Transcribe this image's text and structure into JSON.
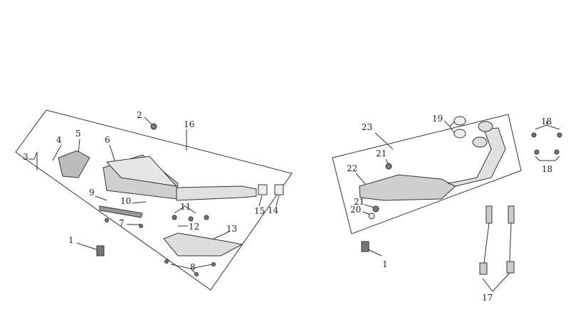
{
  "colors": {
    "line": "#333333",
    "part_fill": "#d8d8d8",
    "part_dark": "#555555"
  },
  "left_assembly": {
    "labels": [
      "1",
      "2",
      "3",
      "4",
      "5",
      "6",
      "7",
      "8",
      "9",
      "10",
      "11",
      "12",
      "13",
      "14",
      "15",
      "16"
    ]
  },
  "right_assembly": {
    "labels": [
      "1",
      "17",
      "18",
      "18",
      "19",
      "20",
      "21",
      "21",
      "22",
      "23"
    ]
  }
}
